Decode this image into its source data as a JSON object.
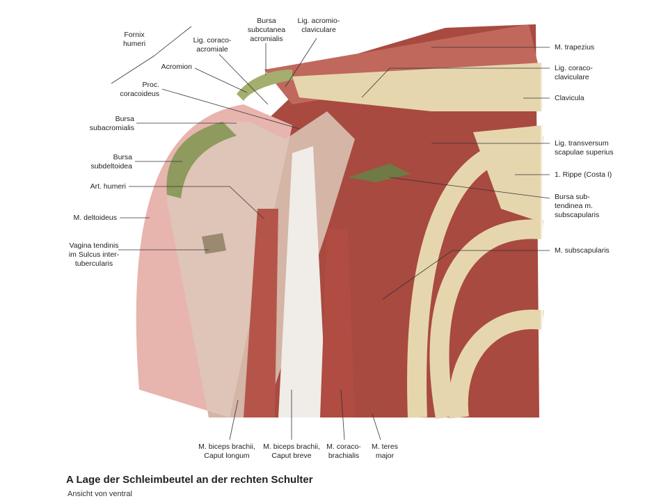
{
  "figure": {
    "title": "A Lage der Schleimbeutel an der rechten Schulter",
    "subtitle": "Ansicht von ventral"
  },
  "labels": {
    "fornix": [
      "Fornix",
      "humeri"
    ],
    "lig_coracoacromiale": [
      "Lig. coraco-",
      "acromiale"
    ],
    "bursa_subcutanea": [
      "Bursa",
      "subcutanea",
      "acromialis"
    ],
    "lig_acromioclaviculare": [
      "Lig. acromio-",
      "claviculare"
    ],
    "acromion": "Acromion",
    "proc_coracoideus": [
      "Proc.",
      "coracoideus"
    ],
    "bursa_subacromialis": [
      "Bursa",
      "subacromialis"
    ],
    "bursa_subdeltoidea": [
      "Bursa",
      "subdeltoidea"
    ],
    "art_humeri": "Art. humeri",
    "m_deltoideus": "M. deltoideus",
    "vagina": [
      "Vagina tendinis",
      "im Sulcus inter-",
      "tubercularis"
    ],
    "m_trapezius": "M. trapezius",
    "lig_coracoclaviculare": [
      "Lig. coraco-",
      "claviculare"
    ],
    "clavicula": "Clavicula",
    "lig_transversum": [
      "Lig. transversum",
      "scapulae superius"
    ],
    "rippe": "1. Rippe (Costa I)",
    "bursa_subtendinea": [
      "Bursa sub-",
      "tendinea m.",
      "subscapularis"
    ],
    "m_subscapularis": "M. subscapularis",
    "biceps_longum": [
      "M. biceps brachii,",
      "Caput longum"
    ],
    "biceps_breve": [
      "M. biceps brachii,",
      "Caput breve"
    ],
    "coracobrachialis": [
      "M. coraco-",
      "brachialis"
    ],
    "teres_major": [
      "M. teres",
      "major"
    ]
  },
  "colors": {
    "muscle": "#b5554a",
    "deltoid": "#e8b4ae",
    "bone": "#e6d6ae",
    "bursa": "#8e9a5e",
    "tendon": "#eeeae6"
  }
}
